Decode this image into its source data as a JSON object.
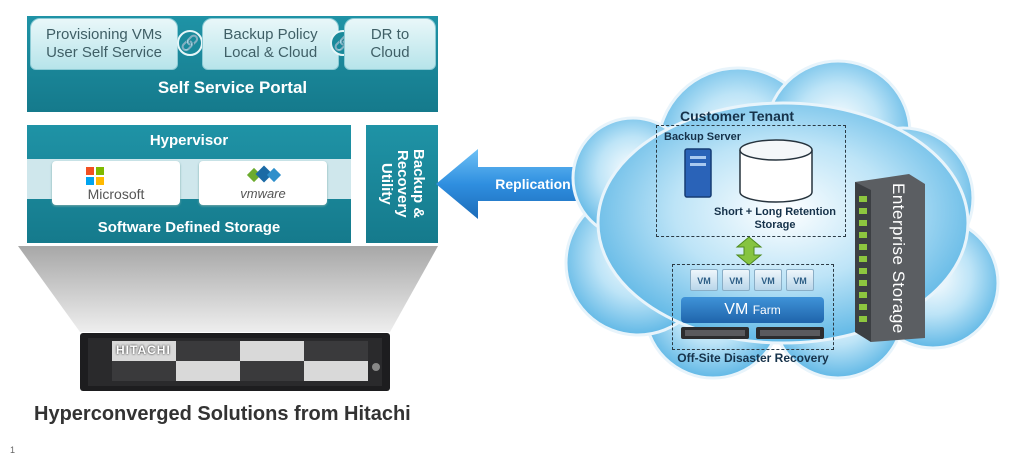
{
  "portal": {
    "pill1": [
      "Provisioning VMs",
      "User Self Service"
    ],
    "pill2": [
      "Backup Policy",
      "Local & Cloud"
    ],
    "pill3": [
      "DR to",
      "Cloud"
    ],
    "bar_label": "Self Service Portal"
  },
  "stack": {
    "hypervisor": "Hypervisor",
    "microsoft": "Microsoft",
    "vmware": "vmware",
    "storage": "Software Defined Storage",
    "backup_utility": [
      "Backup &",
      "Recovery",
      "Utility"
    ]
  },
  "replication": "Replication",
  "server_brand": "HITACHI",
  "caption": "Hyperconverged Solutions from Hitachi",
  "cloud": {
    "tenant": "Customer Tenant",
    "backup_server": "Backup Server",
    "retention": [
      "Short + Long Retention",
      "Storage"
    ],
    "vm_label": "VM",
    "vm_count": 4,
    "vm_farm_main": "VM",
    "vm_farm_sub": "Farm",
    "offsite": "Off-Site Disaster Recovery",
    "enterprise": "Enterprise Storage"
  },
  "page_number": "1",
  "colors": {
    "teal": "#157a8c",
    "arrow": "#2f8fe0",
    "cloud": "#5bb7e6",
    "pill": "#c9ecf1"
  },
  "icons": [
    "link-icon",
    "microsoft-logo",
    "vmware-logo",
    "server-tower-icon",
    "database-cylinder-icon",
    "bidirectional-arrow-icon",
    "rack-server-icon"
  ]
}
